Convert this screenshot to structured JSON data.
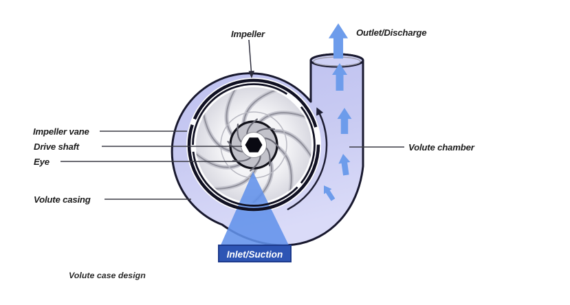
{
  "diagram": {
    "caption": "Volute case design",
    "labels": {
      "impeller": "Impeller",
      "outlet_discharge": "Outlet/Discharge",
      "impeller_vane": "Impeller vane",
      "drive_shaft": "Drive shaft",
      "eye": "Eye",
      "volute_casing": "Volute casing",
      "volute_chamber": "Volute chamber",
      "inlet_suction": "Inlet/Suction"
    },
    "icons": {
      "flow_arrow": "up-arrow",
      "rotation_arrow": "curved-counterclockwise-arrow",
      "impeller_pointer": "down-arrow"
    },
    "colors": {
      "background": "#ffffff",
      "casing_fill": "#c9cbf2",
      "outline": "#18182e",
      "flow_arrow": "#6d9ceb",
      "inlet_triangle": "#6292ea",
      "inlet_box_fill": "#2d55b4",
      "inlet_box_border": "#1d3a8c",
      "label_text": "#1c1c1c"
    }
  }
}
